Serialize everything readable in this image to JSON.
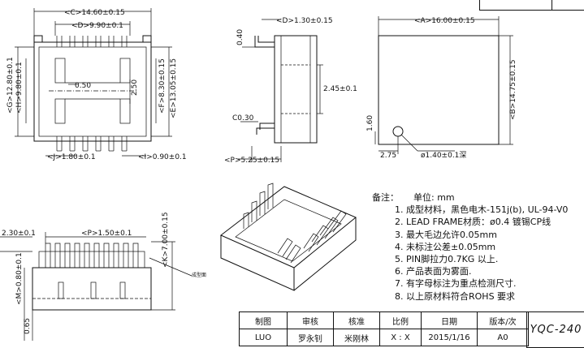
{
  "drawing": {
    "front_view": {
      "dim_c": "<C>14.60±0.15",
      "dim_d": "<D>9.90±0.1",
      "dim_g": "<G>12.80±0.1",
      "dim_h": "<H>9.80±0.1",
      "dim_pitch": "0.50",
      "dim_width": "2.50",
      "dim_f": "<F>8.30±0.15",
      "dim_e": "<E>13.05±0.15",
      "dim_j": "<J>1.80±0.1",
      "dim_i": "<I>0.90±0.1"
    },
    "side_view": {
      "dim_d2": "<D>1.30±0.15",
      "dim_040": "0.40",
      "dim_245": "2.45±0.1",
      "dim_c030": "C0.30",
      "dim_p": "<P>5.25±0.15"
    },
    "top_view": {
      "dim_a": "<A>16.00±0.15",
      "dim_b": "<B>14.75±0.15",
      "dim_160": "1.60",
      "dim_275": "2.75",
      "dim_hole": "ø1.40±0.1深"
    },
    "bottom_left_view": {
      "dim_230": "2.30±0.1",
      "dim_p2": "<P>1.50±0.1",
      "dim_k": "<K>7.00±0.15",
      "dim_m": "<M>0.80±0.1",
      "dim_065": "0.65",
      "callout": "成型面"
    }
  },
  "notes": {
    "header_label": "备注：",
    "unit_label": "单位: mm",
    "items": [
      "1. 成型材料，黑色电木-151j(b), UL-94-V0",
      "2. LEAD  FRAME材质：ø0.4  镀锡CP线",
      "3. 最大毛边允许0.05mm",
      "4. 未标注公差±0.05mm",
      "5. PIN脚拉力0.7KG 以上.",
      "6. 产品表面为雾面.",
      "7. 有字母标注为重点检测尺寸.",
      "8. 以上原材料符合ROHS 要求"
    ]
  },
  "title_block": {
    "headers": [
      "制图",
      "审核",
      "核准",
      "比例",
      "日期",
      "版本/次"
    ],
    "values": [
      "LUO",
      "罗永钊",
      "米刚林",
      "X : X",
      "2015/1/16",
      "A0"
    ],
    "part_number": "YQC-240"
  }
}
